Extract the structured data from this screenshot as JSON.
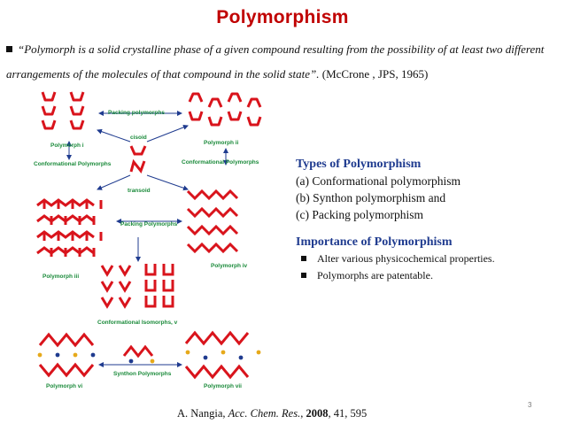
{
  "title": "Polymorphism",
  "definition": {
    "quote": "“Polymorph is a solid crystalline phase of a given compound resulting from the possibility of at least two different arrangements of the molecules of that compound in the solid state”.",
    "citation": "(McCrone , JPS, 1965)"
  },
  "figure": {
    "labels": {
      "packing_top": "Packing polymorphs",
      "cisoid": "cisoid",
      "transoid": "transoid",
      "poly_i": "Polymorph i",
      "poly_ii": "Polymorph ii",
      "conf_left": "Conformational Polymorphs",
      "conf_right": "Conformational Polymorphs",
      "packing_mid": "Packing Polymorphs",
      "poly_iii": "Polymorph iii",
      "poly_iv": "Polymorph iv",
      "conf_iso": "Conformational Isomorphs, v",
      "synthon": "Synthon Polymorphs",
      "poly_vi": "Polymorph vi",
      "poly_vii": "Polymorph vii"
    }
  },
  "types": {
    "heading": "Types of Polymorphism",
    "items": [
      "(a)   Conformational polymorphism",
      "(b)  Synthon polymorphism and",
      "(c)  Packing polymorphism"
    ]
  },
  "importance": {
    "heading": "Importance of Polymorphism",
    "bullets": [
      "Alter various physicochemical properties.",
      "Polymorphs are patentable."
    ]
  },
  "reference": {
    "author": "A. Nangia,",
    "journal": "Acc. Chem. Res.",
    "year": "2008",
    "volpages": "41, 595"
  },
  "page_number": "3",
  "colors": {
    "title": "#c00000",
    "heading": "#1f3b8f",
    "molecule": "#d9141c",
    "label": "#1a8a3a",
    "arrow": "#1f3b8f"
  }
}
